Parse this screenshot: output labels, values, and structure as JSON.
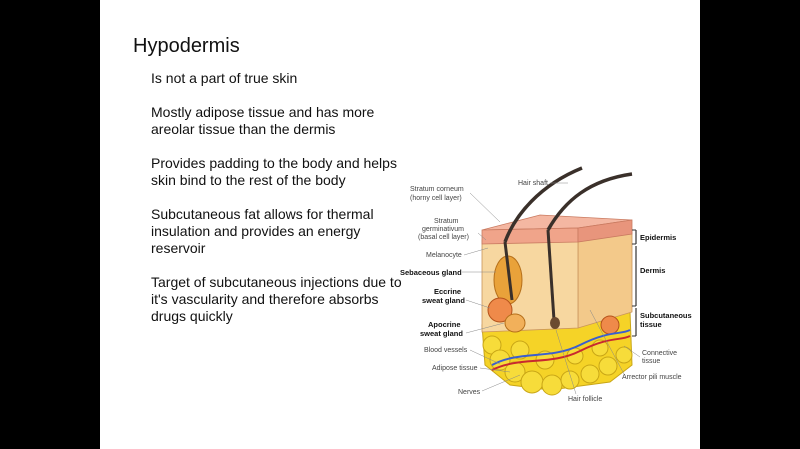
{
  "slide": {
    "title": "Hypodermis",
    "bullets": [
      "Is not a part of true skin",
      "Mostly adipose tissue and has more areolar tissue than the dermis",
      "Provides padding to the body and helps skin bind to the rest of the body",
      "Subcutaneous fat allows for thermal insulation and provides an energy reservoir",
      "Target of subcutaneous injections due to it's vascularity and therefore absorbs drugs quickly"
    ]
  },
  "diagram": {
    "labels_left": {
      "hair_shaft": "Hair shaft",
      "stratum_corneum_1": "Stratum corneum",
      "stratum_corneum_2": "(horny cell layer)",
      "stratum_germinativum_1": "Stratum",
      "stratum_germinativum_2": "germinativum",
      "stratum_germinativum_3": "(basal cell layer)",
      "melanocyte": "Melanocyte",
      "sebaceous_gland": "Sebaceous gland",
      "eccrine_1": "Eccrine",
      "eccrine_2": "sweat gland",
      "apocrine_1": "Apocrine",
      "apocrine_2": "sweat gland",
      "blood_vessels": "Blood vessels",
      "adipose_tissue": "Adipose tissue",
      "nerves": "Nerves",
      "hair_follicle": "Hair follicle"
    },
    "labels_right": {
      "epidermis": "Epidermis",
      "dermis": "Dermis",
      "subcutaneous_1": "Subcutaneous",
      "subcutaneous_2": "tissue",
      "connective_1": "Connective",
      "connective_2": "tissue",
      "arrector": "Arrector pili muscle"
    },
    "colors": {
      "epidermis": "#f0a48a",
      "dermis": "#f7d7a0",
      "fat": "#f5d327",
      "hair": "#3a302a",
      "gland": "#e9a23a"
    }
  }
}
